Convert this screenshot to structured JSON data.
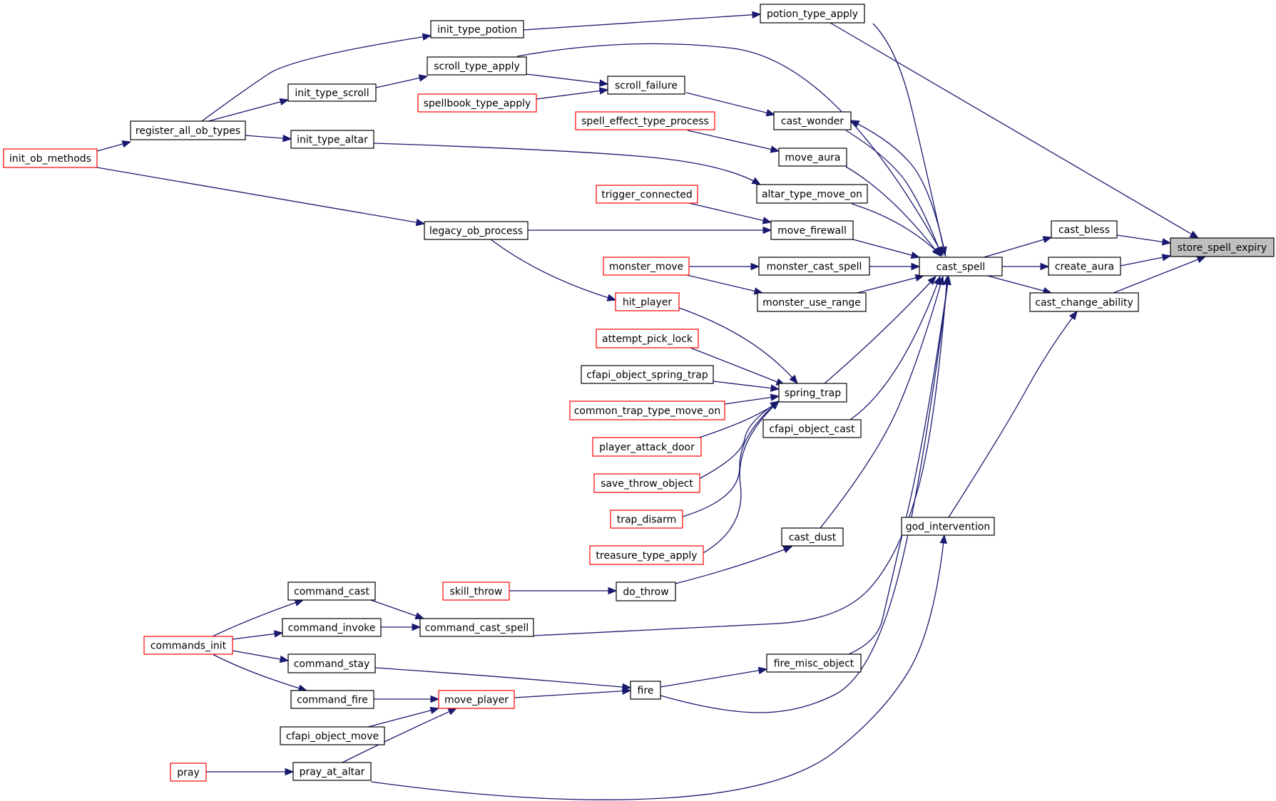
{
  "graph": {
    "edge_color": "#191970",
    "red_border": "#ff0000",
    "focus_fill": "#bfbfbf",
    "nodes": [
      {
        "id": "store_spell_expiry",
        "label": "store_spell_expiry",
        "style": "focus"
      },
      {
        "id": "potion_type_apply",
        "label": "potion_type_apply",
        "style": "black"
      },
      {
        "id": "init_type_potion",
        "label": "init_type_potion",
        "style": "black"
      },
      {
        "id": "scroll_type_apply",
        "label": "scroll_type_apply",
        "style": "black"
      },
      {
        "id": "scroll_failure",
        "label": "scroll_failure",
        "style": "black"
      },
      {
        "id": "spellbook_type_apply",
        "label": "spellbook_type_apply",
        "style": "red"
      },
      {
        "id": "init_type_scroll",
        "label": "init_type_scroll",
        "style": "black"
      },
      {
        "id": "register_all_ob_types",
        "label": "register_all_ob_types",
        "style": "black"
      },
      {
        "id": "init_ob_methods",
        "label": "init_ob_methods",
        "style": "red"
      },
      {
        "id": "init_type_altar",
        "label": "init_type_altar",
        "style": "black"
      },
      {
        "id": "cast_wonder",
        "label": "cast_wonder",
        "style": "black"
      },
      {
        "id": "spell_effect_type_process",
        "label": "spell_effect_type_process",
        "style": "red"
      },
      {
        "id": "move_aura",
        "label": "move_aura",
        "style": "black"
      },
      {
        "id": "altar_type_move_on",
        "label": "altar_type_move_on",
        "style": "black"
      },
      {
        "id": "trigger_connected",
        "label": "trigger_connected",
        "style": "red"
      },
      {
        "id": "move_firewall",
        "label": "move_firewall",
        "style": "black"
      },
      {
        "id": "legacy_ob_process",
        "label": "legacy_ob_process",
        "style": "black"
      },
      {
        "id": "cast_bless",
        "label": "cast_bless",
        "style": "black"
      },
      {
        "id": "cast_spell",
        "label": "cast_spell",
        "style": "black"
      },
      {
        "id": "create_aura",
        "label": "create_aura",
        "style": "black"
      },
      {
        "id": "monster_move",
        "label": "monster_move",
        "style": "red"
      },
      {
        "id": "monster_cast_spell",
        "label": "monster_cast_spell",
        "style": "black"
      },
      {
        "id": "monster_use_range",
        "label": "monster_use_range",
        "style": "black"
      },
      {
        "id": "cast_change_ability",
        "label": "cast_change_ability",
        "style": "black"
      },
      {
        "id": "hit_player",
        "label": "hit_player",
        "style": "red"
      },
      {
        "id": "attempt_pick_lock",
        "label": "attempt_pick_lock",
        "style": "red"
      },
      {
        "id": "cfapi_object_spring_trap",
        "label": "cfapi_object_spring_trap",
        "style": "black"
      },
      {
        "id": "spring_trap",
        "label": "spring_trap",
        "style": "black"
      },
      {
        "id": "common_trap_type_move_on",
        "label": "common_trap_type_move_on",
        "style": "red"
      },
      {
        "id": "cfapi_object_cast",
        "label": "cfapi_object_cast",
        "style": "black"
      },
      {
        "id": "player_attack_door",
        "label": "player_attack_door",
        "style": "red"
      },
      {
        "id": "save_throw_object",
        "label": "save_throw_object",
        "style": "red"
      },
      {
        "id": "trap_disarm",
        "label": "trap_disarm",
        "style": "red"
      },
      {
        "id": "god_intervention",
        "label": "god_intervention",
        "style": "black"
      },
      {
        "id": "cast_dust",
        "label": "cast_dust",
        "style": "black"
      },
      {
        "id": "treasure_type_apply",
        "label": "treasure_type_apply",
        "style": "red"
      },
      {
        "id": "command_cast",
        "label": "command_cast",
        "style": "black"
      },
      {
        "id": "skill_throw",
        "label": "skill_throw",
        "style": "red"
      },
      {
        "id": "do_throw",
        "label": "do_throw",
        "style": "black"
      },
      {
        "id": "command_invoke",
        "label": "command_invoke",
        "style": "black"
      },
      {
        "id": "command_cast_spell",
        "label": "command_cast_spell",
        "style": "black"
      },
      {
        "id": "commands_init",
        "label": "commands_init",
        "style": "red"
      },
      {
        "id": "command_stay",
        "label": "command_stay",
        "style": "black"
      },
      {
        "id": "fire_misc_object",
        "label": "fire_misc_object",
        "style": "black"
      },
      {
        "id": "fire",
        "label": "fire",
        "style": "black"
      },
      {
        "id": "command_fire",
        "label": "command_fire",
        "style": "black"
      },
      {
        "id": "move_player",
        "label": "move_player",
        "style": "red"
      },
      {
        "id": "cfapi_object_move",
        "label": "cfapi_object_move",
        "style": "black"
      },
      {
        "id": "pray",
        "label": "pray",
        "style": "red"
      },
      {
        "id": "pray_at_altar",
        "label": "pray_at_altar",
        "style": "black"
      }
    ],
    "edges": [
      {
        "from": "potion_type_apply",
        "to": "store_spell_expiry"
      },
      {
        "from": "init_type_potion",
        "to": "potion_type_apply"
      },
      {
        "from": "potion_type_apply",
        "to": "cast_spell"
      },
      {
        "from": "register_all_ob_types",
        "to": "init_type_potion"
      },
      {
        "from": "scroll_type_apply",
        "to": "cast_spell"
      },
      {
        "from": "init_type_scroll",
        "to": "scroll_type_apply"
      },
      {
        "from": "scroll_type_apply",
        "to": "scroll_failure"
      },
      {
        "from": "spellbook_type_apply",
        "to": "scroll_failure"
      },
      {
        "from": "scroll_failure",
        "to": "cast_wonder"
      },
      {
        "from": "register_all_ob_types",
        "to": "init_type_scroll"
      },
      {
        "from": "init_ob_methods",
        "to": "register_all_ob_types"
      },
      {
        "from": "register_all_ob_types",
        "to": "init_type_altar"
      },
      {
        "from": "init_type_altar",
        "to": "altar_type_move_on"
      },
      {
        "from": "cast_wonder",
        "to": "cast_spell"
      },
      {
        "from": "cast_spell",
        "to": "cast_wonder"
      },
      {
        "from": "spell_effect_type_process",
        "to": "move_aura"
      },
      {
        "from": "move_aura",
        "to": "cast_spell"
      },
      {
        "from": "altar_type_move_on",
        "to": "cast_spell"
      },
      {
        "from": "init_ob_methods",
        "to": "legacy_ob_process"
      },
      {
        "from": "trigger_connected",
        "to": "move_firewall"
      },
      {
        "from": "legacy_ob_process",
        "to": "move_firewall"
      },
      {
        "from": "move_firewall",
        "to": "cast_spell"
      },
      {
        "from": "cast_bless",
        "to": "store_spell_expiry"
      },
      {
        "from": "create_aura",
        "to": "store_spell_expiry"
      },
      {
        "from": "cast_change_ability",
        "to": "store_spell_expiry"
      },
      {
        "from": "cast_spell",
        "to": "cast_bless"
      },
      {
        "from": "cast_spell",
        "to": "create_aura"
      },
      {
        "from": "cast_spell",
        "to": "cast_change_ability"
      },
      {
        "from": "monster_move",
        "to": "monster_cast_spell"
      },
      {
        "from": "monster_move",
        "to": "monster_use_range"
      },
      {
        "from": "monster_cast_spell",
        "to": "cast_spell"
      },
      {
        "from": "monster_use_range",
        "to": "cast_spell"
      },
      {
        "from": "legacy_ob_process",
        "to": "hit_player"
      },
      {
        "from": "hit_player",
        "to": "spring_trap"
      },
      {
        "from": "attempt_pick_lock",
        "to": "spring_trap"
      },
      {
        "from": "cfapi_object_spring_trap",
        "to": "spring_trap"
      },
      {
        "from": "common_trap_type_move_on",
        "to": "spring_trap"
      },
      {
        "from": "player_attack_door",
        "to": "spring_trap"
      },
      {
        "from": "save_throw_object",
        "to": "spring_trap"
      },
      {
        "from": "trap_disarm",
        "to": "spring_trap"
      },
      {
        "from": "treasure_type_apply",
        "to": "spring_trap"
      },
      {
        "from": "spring_trap",
        "to": "cast_spell"
      },
      {
        "from": "cfapi_object_cast",
        "to": "cast_spell"
      },
      {
        "from": "cast_dust",
        "to": "cast_spell"
      },
      {
        "from": "do_throw",
        "to": "cast_dust"
      },
      {
        "from": "skill_throw",
        "to": "do_throw"
      },
      {
        "from": "god_intervention",
        "to": "cast_change_ability"
      },
      {
        "from": "pray_at_altar",
        "to": "god_intervention"
      },
      {
        "from": "command_cast_spell",
        "to": "cast_spell"
      },
      {
        "from": "command_cast",
        "to": "command_cast_spell"
      },
      {
        "from": "command_invoke",
        "to": "command_cast_spell"
      },
      {
        "from": "commands_init",
        "to": "command_cast"
      },
      {
        "from": "commands_init",
        "to": "command_invoke"
      },
      {
        "from": "commands_init",
        "to": "command_stay"
      },
      {
        "from": "commands_init",
        "to": "command_fire"
      },
      {
        "from": "command_stay",
        "to": "fire"
      },
      {
        "from": "move_player",
        "to": "fire"
      },
      {
        "from": "fire",
        "to": "fire_misc_object"
      },
      {
        "from": "fire_misc_object",
        "to": "cast_spell"
      },
      {
        "from": "fire",
        "to": "cast_spell"
      },
      {
        "from": "command_fire",
        "to": "move_player"
      },
      {
        "from": "cfapi_object_move",
        "to": "move_player"
      },
      {
        "from": "pray_at_altar",
        "to": "move_player"
      },
      {
        "from": "pray",
        "to": "pray_at_altar"
      }
    ]
  }
}
